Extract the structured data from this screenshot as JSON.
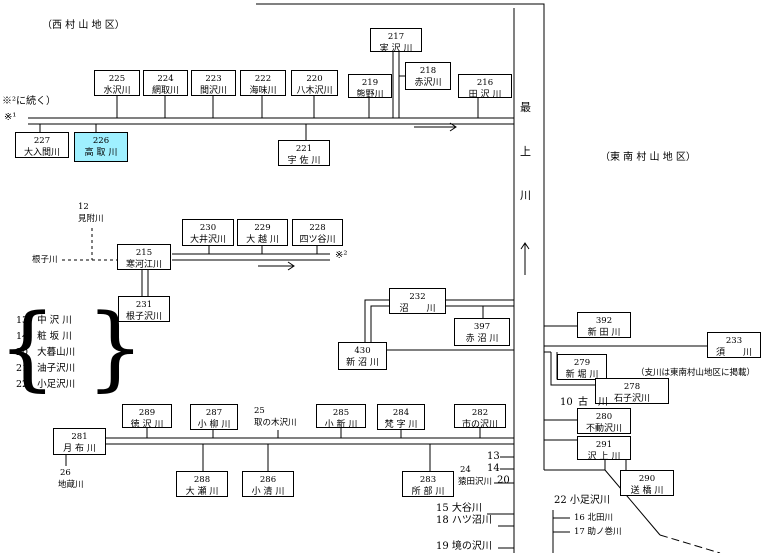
{
  "regions": {
    "west": "（西 村 山 地 区）",
    "east": "（東 南 村 山 地 区）"
  },
  "main_river": {
    "chars": [
      "最",
      "上",
      "川"
    ]
  },
  "continues_note": "※²に続く）",
  "mark1": "※¹",
  "mark2": "※²",
  "boxes": {
    "b217": {
      "num": "217",
      "name": "実 沢 川"
    },
    "b218": {
      "num": "218",
      "name": "赤沢川"
    },
    "b216": {
      "num": "216",
      "name": "田 沢 川"
    },
    "b225": {
      "num": "225",
      "name": "水沢川"
    },
    "b224": {
      "num": "224",
      "name": "網取川"
    },
    "b223": {
      "num": "223",
      "name": "間沢川"
    },
    "b222": {
      "num": "222",
      "name": "海味川"
    },
    "b220": {
      "num": "220",
      "name": "八木沢川"
    },
    "b219": {
      "num": "219",
      "name": "熊野川"
    },
    "b227": {
      "num": "227",
      "name": "大入間川"
    },
    "b226": {
      "num": "226",
      "name": "高 取 川"
    },
    "b221": {
      "num": "221",
      "name": "宇 佐 川"
    },
    "b230": {
      "num": "230",
      "name": "大井沢川"
    },
    "b229": {
      "num": "229",
      "name": "大 越 川"
    },
    "b228": {
      "num": "228",
      "name": "四ツ谷川"
    },
    "b215": {
      "num": "215",
      "name": "寒河江川"
    },
    "b231": {
      "num": "231",
      "name": "根子沢川"
    },
    "b232": {
      "num": "232",
      "name": "沼　　川"
    },
    "b397": {
      "num": "397",
      "name": "赤 沼 川"
    },
    "b430": {
      "num": "430",
      "name": "新 沼 川"
    },
    "b392": {
      "num": "392",
      "name": "新 田 川"
    },
    "b233": {
      "num": "233",
      "name": "須　　川"
    },
    "b279": {
      "num": "279",
      "name": "新 堀 川"
    },
    "b278": {
      "num": "278",
      "name": "石子沢川"
    },
    "b280": {
      "num": "280",
      "name": "不動沢川"
    },
    "b291": {
      "num": "291",
      "name": "沢 上 川"
    },
    "b290": {
      "num": "290",
      "name": "送 橋 川"
    },
    "b289": {
      "num": "289",
      "name": "徳 沢 川"
    },
    "b287": {
      "num": "287",
      "name": "小 柳 川"
    },
    "b285": {
      "num": "285",
      "name": "小 新 川"
    },
    "b284": {
      "num": "284",
      "name": "梵 字 川"
    },
    "b282": {
      "num": "282",
      "name": "市の沢川"
    },
    "b281": {
      "num": "281",
      "name": "月 布 川"
    },
    "b288": {
      "num": "288",
      "name": "大 瀬 川"
    },
    "b286": {
      "num": "286",
      "name": "小 清 川"
    },
    "b283": {
      "num": "283",
      "name": "所 部 川"
    }
  },
  "labels": {
    "mitsuke_num": "12",
    "mitsuke_name": "見附川",
    "neko": "根子川",
    "torinoki_num": "25",
    "torinoki_name": "取の木沢川",
    "jizo_num": "26",
    "jizo_name": "地蔵川",
    "furu_num": "10",
    "furu_name": "古　川",
    "sukawa_note": "（支川は東南村山地区に掲載）",
    "r13": "13",
    "r14": "14",
    "r20": "20",
    "saruta_num": "24",
    "saruta_name": "猿田沢川",
    "oya": "15 大谷川",
    "hatsunuma": "18 ハツ沼川",
    "sakai": "19 境の沢川",
    "koashi": "22 小足沢川",
    "kitada": "16 北田川",
    "suke": "17 助ノ巻川"
  },
  "bracket_list": [
    {
      "num": "13",
      "name": "中 沢 川"
    },
    {
      "num": "14",
      "name": "粧 坂 川"
    },
    {
      "num": "20",
      "name": "大暮山川"
    },
    {
      "num": "21",
      "name": "油子沢川"
    },
    {
      "num": "22",
      "name": "小足沢川"
    }
  ]
}
